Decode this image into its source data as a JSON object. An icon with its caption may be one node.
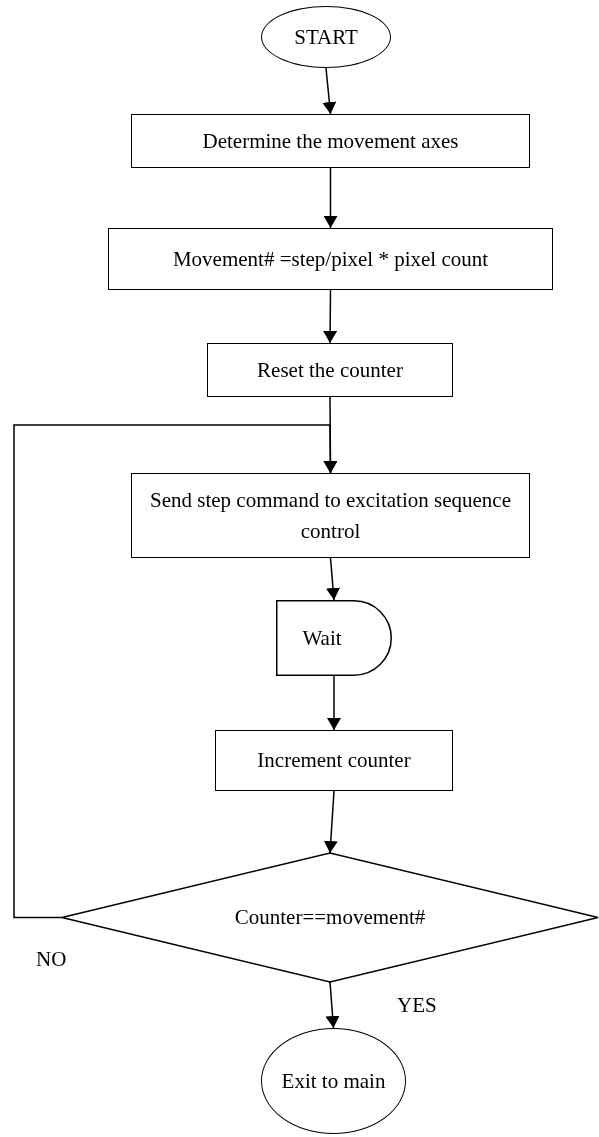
{
  "diagram": {
    "nodes": [
      {
        "text": [
          "START"
        ]
      },
      {
        "text": [
          "Determine the movement axes"
        ]
      },
      {
        "text": [
          "Movement# =step/pixel * pixel count"
        ]
      },
      {
        "text": [
          "Reset the counter"
        ]
      },
      {
        "text": [
          "Send step command to excitation sequence control"
        ]
      },
      {
        "text": [
          "Wait"
        ]
      },
      {
        "text": [
          "Increment counter"
        ]
      },
      {
        "text": [
          "Counter==movement#"
        ]
      },
      {
        "text": [
          "Exit to main"
        ]
      }
    ],
    "edges": [
      {
        "from": 0,
        "to": 1,
        "arrow": "to"
      },
      {
        "from": 1,
        "to": 2,
        "arrow": "to"
      },
      {
        "from": 2,
        "to": 3,
        "arrow": "to"
      },
      {
        "from": 3,
        "to": 4,
        "arrow": "to"
      },
      {
        "from": 4,
        "to": 5,
        "arrow": "to"
      },
      {
        "from": 5,
        "to": 6,
        "arrow": "to"
      },
      {
        "from": 6,
        "to": 7,
        "arrow": "to"
      },
      {
        "from": 7,
        "to": 8,
        "arrow": "to",
        "label": "YES"
      },
      {
        "from": 7,
        "to": 4,
        "arrow": "to",
        "label": "NO"
      }
    ]
  }
}
